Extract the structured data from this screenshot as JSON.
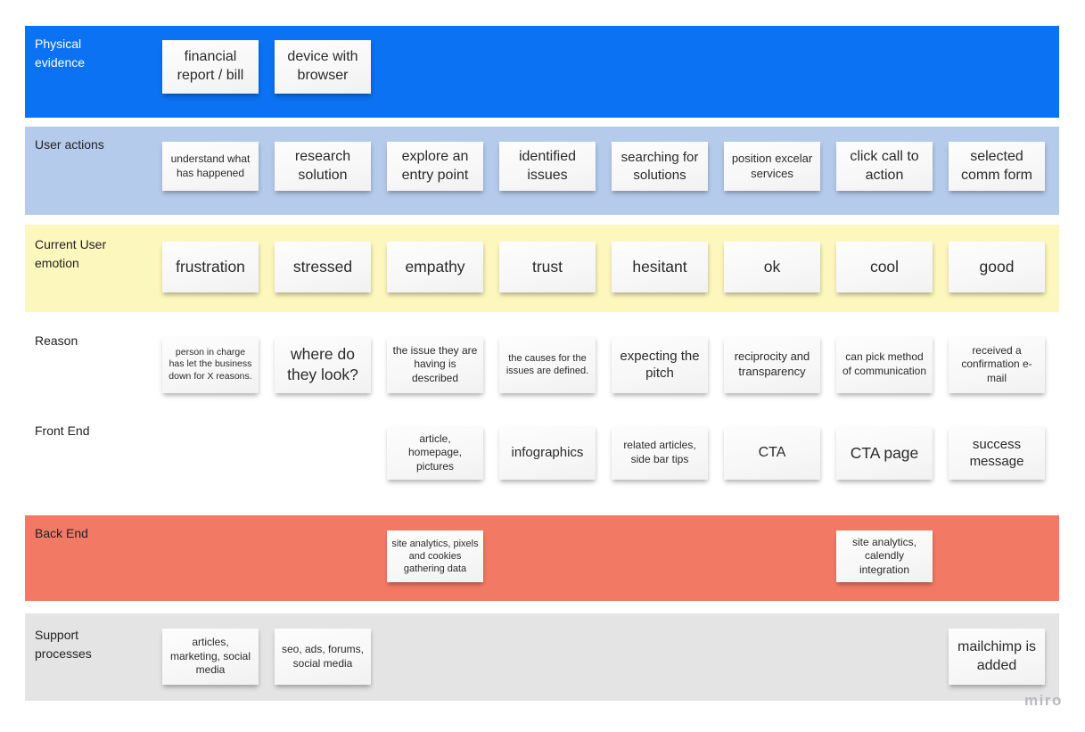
{
  "board": {
    "watermark": "miro",
    "colors": {
      "physical_evidence_bg": "#0b72f3",
      "user_actions_bg": "#b5cbec",
      "emotion_bg": "#fcf7bd",
      "back_end_bg": "#f27a65",
      "support_bg": "#e4e4e4",
      "note_bg": "#f7f7f7",
      "note_text": "#2b2b2b",
      "label_dark": "#222222",
      "label_light": "#ffffff",
      "watermark_color": "#b9bac4"
    },
    "rows": [
      {
        "label": "Physical evidence",
        "bg": "#0b72f3",
        "notes": [
          {
            "text": "financial report / bill"
          },
          {
            "text": "device with browser"
          }
        ]
      },
      {
        "label": "User actions",
        "bg": "#b5cbec",
        "notes": [
          {
            "text": "understand what has happened"
          },
          {
            "text": "research solution"
          },
          {
            "text": "explore an entry point"
          },
          {
            "text": "identified issues"
          },
          {
            "text": "searching for solutions"
          },
          {
            "text": "position excelar services"
          },
          {
            "text": "click call to action"
          },
          {
            "text": "selected comm form"
          }
        ]
      },
      {
        "label": "Current User emotion",
        "bg": "#fcf7bd",
        "notes": [
          {
            "text": "frustration"
          },
          {
            "text": "stressed"
          },
          {
            "text": "empathy"
          },
          {
            "text": "trust"
          },
          {
            "text": "hesitant"
          },
          {
            "text": "ok"
          },
          {
            "text": "cool"
          },
          {
            "text": "good"
          }
        ]
      },
      {
        "label": "Reason",
        "bg": "transparent",
        "notes": [
          {
            "text": "person in charge has let the business down for X reasons."
          },
          {
            "text": "where do they look?"
          },
          {
            "text": "the issue they are having is described"
          },
          {
            "text": "the causes for the issues are defined."
          },
          {
            "text": "expecting the pitch"
          },
          {
            "text": "reciprocity and transparency"
          },
          {
            "text": "can pick method of communication"
          },
          {
            "text": "received a confirmation e-mail"
          }
        ]
      },
      {
        "label": "Front End",
        "bg": "transparent",
        "notes": [
          {
            "text": "article, homepage, pictures"
          },
          {
            "text": "infographics"
          },
          {
            "text": "related articles, side bar tips"
          },
          {
            "text": "CTA"
          },
          {
            "text": "CTA page"
          },
          {
            "text": "success message"
          }
        ]
      },
      {
        "label": "Back End",
        "bg": "#f27a65",
        "notes": [
          {
            "text": "site analytics, pixels and cookies gathering data"
          },
          {
            "text": "site analytics, calendly integration"
          }
        ]
      },
      {
        "label": "Support processes",
        "bg": "#e4e4e4",
        "notes": [
          {
            "text": "articles, marketing, social media"
          },
          {
            "text": "seo, ads, forums, social media"
          },
          {
            "text": "mailchimp is added"
          }
        ]
      }
    ]
  }
}
